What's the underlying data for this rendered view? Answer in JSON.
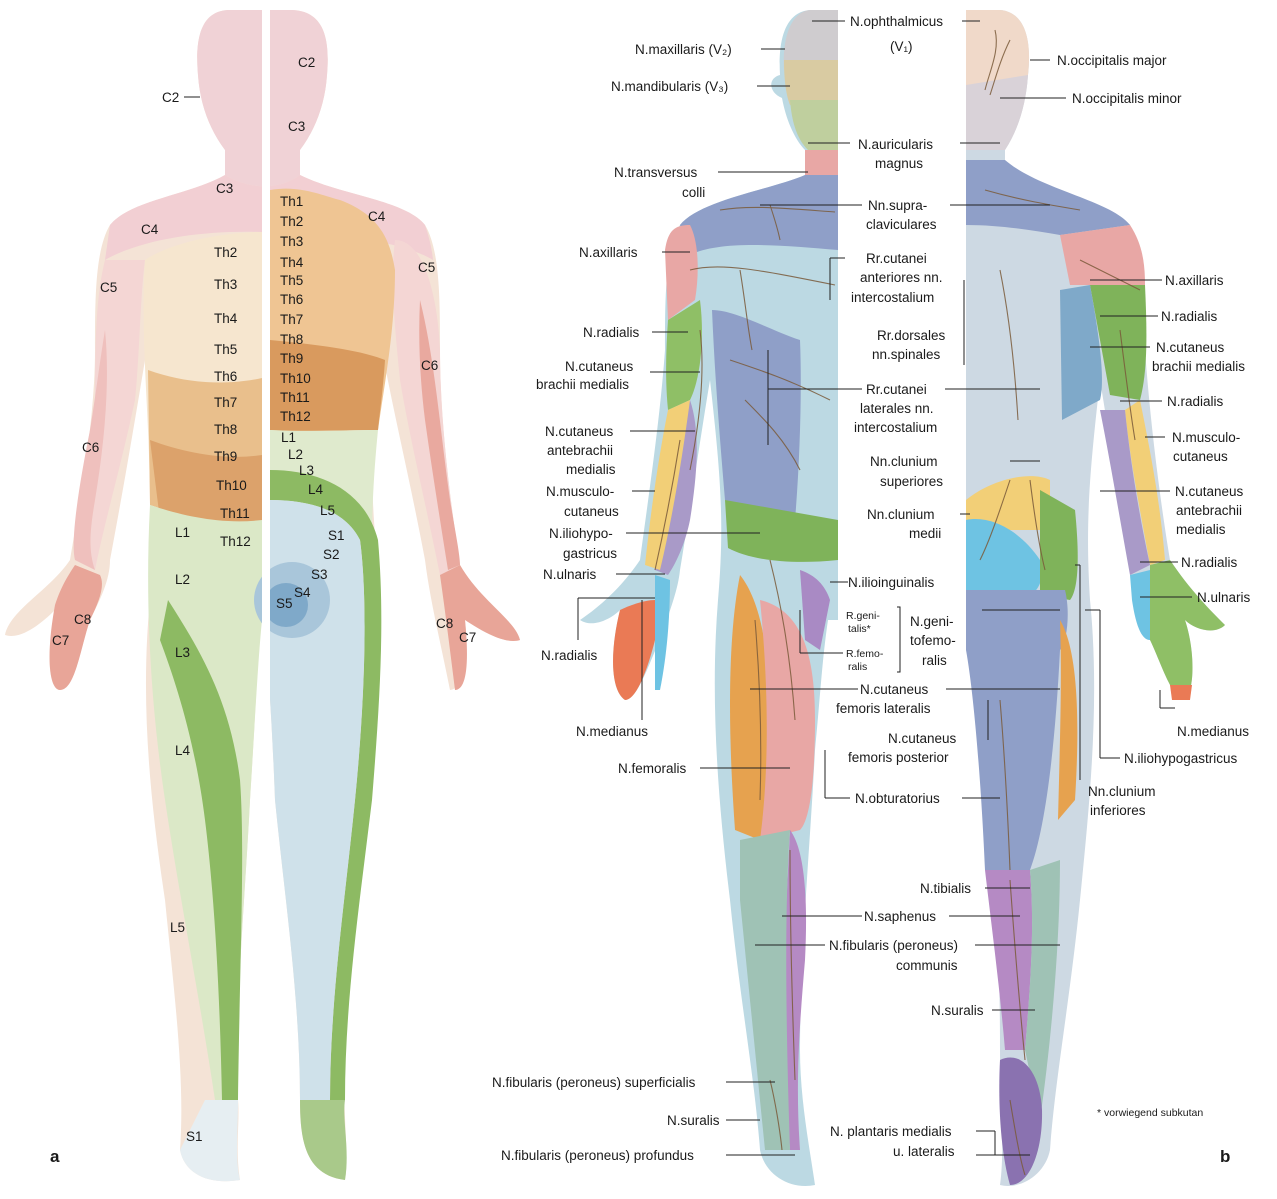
{
  "panel_a": {
    "label": "a",
    "segments": [
      {
        "id": "C2",
        "text": "C2"
      },
      {
        "id": "C2r",
        "text": "C2"
      },
      {
        "id": "C3",
        "text": "C3"
      },
      {
        "id": "C3r",
        "text": "C3"
      },
      {
        "id": "C4l",
        "text": "C4"
      },
      {
        "id": "C4r",
        "text": "C4"
      },
      {
        "id": "C5l",
        "text": "C5"
      },
      {
        "id": "C5r",
        "text": "C5"
      },
      {
        "id": "C6l",
        "text": "C6"
      },
      {
        "id": "C6r",
        "text": "C6"
      },
      {
        "id": "C7l",
        "text": "C7"
      },
      {
        "id": "C7r",
        "text": "C7"
      },
      {
        "id": "C8l",
        "text": "C8"
      },
      {
        "id": "C8r",
        "text": "C8"
      },
      {
        "id": "Th1",
        "text": "Th1"
      },
      {
        "id": "Th2",
        "text": "Th2"
      },
      {
        "id": "Th3",
        "text": "Th3"
      },
      {
        "id": "Th4",
        "text": "Th4"
      },
      {
        "id": "Th5",
        "text": "Th5"
      },
      {
        "id": "Th6",
        "text": "Th6"
      },
      {
        "id": "Th7",
        "text": "Th7"
      },
      {
        "id": "Th8",
        "text": "Th8"
      },
      {
        "id": "Th9",
        "text": "Th9"
      },
      {
        "id": "Th10",
        "text": "Th10"
      },
      {
        "id": "Th11",
        "text": "Th11"
      },
      {
        "id": "Th12",
        "text": "Th12"
      },
      {
        "id": "Th2l",
        "text": "Th2"
      },
      {
        "id": "Th3l",
        "text": "Th3"
      },
      {
        "id": "Th4l",
        "text": "Th4"
      },
      {
        "id": "Th5l",
        "text": "Th5"
      },
      {
        "id": "Th6l",
        "text": "Th6"
      },
      {
        "id": "Th7l",
        "text": "Th7"
      },
      {
        "id": "Th8l",
        "text": "Th8"
      },
      {
        "id": "Th9l",
        "text": "Th9"
      },
      {
        "id": "Th10l",
        "text": "Th10"
      },
      {
        "id": "Th11l",
        "text": "Th11"
      },
      {
        "id": "Th12l",
        "text": "Th12"
      },
      {
        "id": "L1l",
        "text": "L1"
      },
      {
        "id": "L1r",
        "text": "L1"
      },
      {
        "id": "L2l",
        "text": "L2"
      },
      {
        "id": "L2r",
        "text": "L2"
      },
      {
        "id": "L3l",
        "text": "L3"
      },
      {
        "id": "L3r",
        "text": "L3"
      },
      {
        "id": "L4l",
        "text": "L4"
      },
      {
        "id": "L4r",
        "text": "L4"
      },
      {
        "id": "L5l",
        "text": "L5"
      },
      {
        "id": "L5r",
        "text": "L5"
      },
      {
        "id": "S1l",
        "text": "S1"
      },
      {
        "id": "S1r",
        "text": "S1"
      },
      {
        "id": "S2",
        "text": "S2"
      },
      {
        "id": "S3",
        "text": "S3"
      },
      {
        "id": "S4",
        "text": "S4"
      },
      {
        "id": "S5",
        "text": "S5"
      }
    ]
  },
  "panel_b": {
    "label": "b",
    "footnote": "* vorwiegend subkutan",
    "labels": {
      "ophthalmicus": "N.ophthalmicus",
      "v1": "(V₁)",
      "maxillaris": "N.maxillaris (V₂)",
      "mandibularis": "N.mandibularis (V₃)",
      "occ_major": "N.occipitalis major",
      "occ_minor": "N.occipitalis minor",
      "auricularis_1": "N.auricularis",
      "auricularis_2": "magnus",
      "transversus_1": "N.transversus",
      "transversus_2": "colli",
      "supraclav_1": "Nn.supra-",
      "supraclav_2": "claviculares",
      "axillaris_l": "N.axillaris",
      "axillaris_r": "N.axillaris",
      "rr_ant_1": "Rr.cutanei",
      "rr_ant_2": "anteriores nn.",
      "rr_ant_3": "intercostalium",
      "radialis_l1": "N.radialis",
      "radialis_r1": "N.radialis",
      "rr_dors_1": "Rr.dorsales",
      "rr_dors_2": "nn.spinales",
      "cbm_l_1": "N.cutaneus",
      "cbm_l_2": "brachii medialis",
      "cbm_r_1": "N.cutaneus",
      "cbm_r_2": "brachii medialis",
      "rr_lat_1": "Rr.cutanei",
      "rr_lat_2": "laterales nn.",
      "rr_lat_3": "intercostalium",
      "radialis_r2": "N.radialis",
      "cabm_l_1": "N.cutaneus",
      "cabm_l_2": "antebrachii",
      "cabm_l_3": "medialis",
      "mc_r_1": "N.musculo-",
      "mc_r_2": "cutaneus",
      "clun_sup_1": "Nn.clunium",
      "clun_sup_2": "superiores",
      "mc_l_1": "N.musculo-",
      "mc_l_2": "cutaneus",
      "cabm_r_1": "N.cutaneus",
      "cabm_r_2": "antebrachii",
      "cabm_r_3": "medialis",
      "clun_med_1": "Nn.clunium",
      "clun_med_2": "medii",
      "ilhyp_l_1": "N.iliohypo-",
      "ilhyp_l_2": "gastricus",
      "radialis_r3": "N.radialis",
      "ulnaris_l": "N.ulnaris",
      "ilioinguinalis": "N.ilioinguinalis",
      "ulnaris_r": "N.ulnaris",
      "r_geni_1": "R.geni-",
      "r_geni_2": "talis*",
      "r_femo_1": "R.femo-",
      "r_femo_2": "ralis",
      "genitofem_1": "N.geni-",
      "genitofem_2": "tofemo-",
      "genitofem_3": "ralis",
      "radialis_l2": "N.radialis",
      "cfl_1": "N.cutaneus",
      "cfl_2": "femoris lateralis",
      "medianus_l": "N.medianus",
      "medianus_r": "N.medianus",
      "cfp_1": "N.cutaneus",
      "cfp_2": "femoris posterior",
      "ilhyp_r": "N.iliohypogastricus",
      "femoralis": "N.femoralis",
      "obturatorius": "N.obturatorius",
      "clun_inf_1": "Nn.clunium",
      "clun_inf_2": "inferiores",
      "tibialis": "N.tibialis",
      "saphenus": "N.saphenus",
      "fib_comm_1": "N.fibularis (peroneus)",
      "fib_comm_2": "communis",
      "suralis_r": "N.suralis",
      "fib_sup": "N.fibularis (peroneus) superficialis",
      "suralis_l": "N.suralis",
      "plantaris_1": "N. plantaris medialis",
      "plantaris_2": "u. lateralis",
      "fib_prof": "N.fibularis (peroneus) profundus"
    }
  },
  "colors": {
    "skin_a": "#f4dfe3",
    "cervical": "#f0c4c4",
    "thoracic_light": "#f6e6cf",
    "thoracic_dark": "#e4ad73",
    "lumbar_light": "#dbe8c7",
    "lumbar_dark": "#86b45a",
    "sacral": "#c7dae6",
    "sacral_dark": "#7fa9c9",
    "trigeminal": "#cfd0d8",
    "maxillaris": "#d9cba2",
    "mandibularis": "#bfcf9e",
    "blue_grey": "#8f9fc8",
    "light_blue": "#bcd9e3",
    "rose": "#e8a7a5",
    "green": "#7fb35a",
    "yellow": "#f2cf77",
    "lilac": "#a99ac8",
    "orange": "#ea7a55",
    "cyan": "#6ec3e3",
    "salmon": "#e7a08f",
    "teal_grey": "#9fc2b5",
    "purple": "#a98ac4",
    "nerve_brown": "#7a5a3a"
  }
}
